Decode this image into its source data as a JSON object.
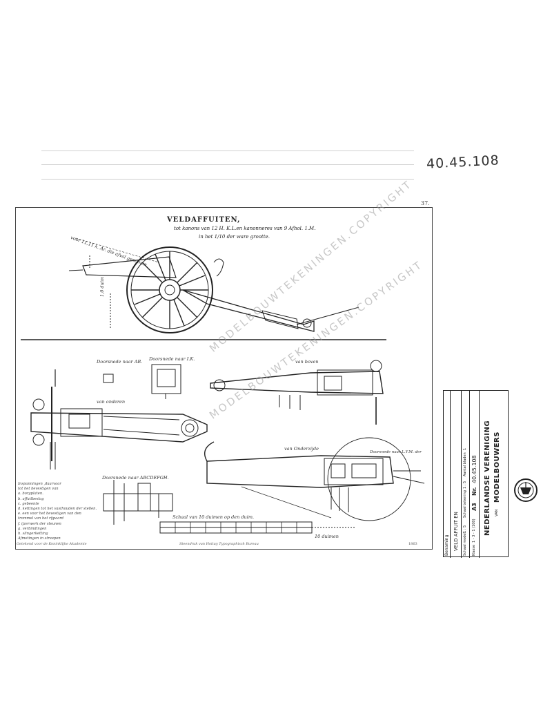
{
  "catalog_number": "40.45.108",
  "sheet_number": "37.",
  "title": {
    "line1": "VELDAFFUITEN,",
    "line2": "tot kanons van 12 H. K.L.en kanonneres van 9 Afhol. 1.M.",
    "line3": "in het 1/10 der ware grootte."
  },
  "labels": {
    "side_view_note": "voor 11,11 k. Ar. die afval genomen",
    "rear_view_1": "Doorsnede naar AB.",
    "rear_view_2": "Doorsnede naar I.K.",
    "top_view_upper": "van boven",
    "top_view_lower": "van onderen",
    "bottom_view": "van Onderzijde",
    "detail_circle": "Doorsnede naar L.Y.M. der",
    "section_cd": "Doorsnede naar ABCDEFGH.",
    "scale_caption": "Schaal van 10 duimen op den duim.",
    "scale_end": "10 duimen",
    "height_dim": "1,0 duim"
  },
  "legend": [
    "Inspanningen ,daarvoor",
    "tot het bevestigen van",
    "a. borgplaten.",
    "b. affuitbeslag",
    "c. gebeente",
    "d. kettingen tot het vasthouden der stellen.",
    "e. een voor het bevestigen van den",
    "   trommel van het rijpaard",
    "f. ijzerwerk der steunen",
    "g. verbindingen",
    "h. slingerketting",
    "Afmetingen in streepen"
  ],
  "footer": {
    "left": "Getekend voor de Koninklijke Akademie",
    "center": "Steendruk van Hoituy Typographisch Bureau",
    "right": "1863"
  },
  "watermark": "MODELBOUWTEKENINGEN.COPYRIGHT",
  "watermark2": "MODELBOUWTEKENINGEN.COPYRIGHT",
  "title_block": {
    "benaming_label": "Benaming",
    "benaming_value": "VELD AFFUIT EN",
    "schaal_label": "Schaal model",
    "schaal_value": "1 : 5",
    "schaal_tekening_label": "Schaal tekening",
    "schaal_tekening_value": "1 : 5",
    "aantal_label": "Aantal bladen",
    "aantal_value": "1",
    "klasse_label": "Klasse",
    "klasse_value": "1 - 3 - 1 (100)",
    "size_value": "A3",
    "nr_label": "Nr.",
    "nr_value": "40.45.108",
    "org_line1": "NEDERLANDSE VERENIGING",
    "org_line2": "MODELBOUWERS",
    "org_prefix": "VAN"
  }
}
